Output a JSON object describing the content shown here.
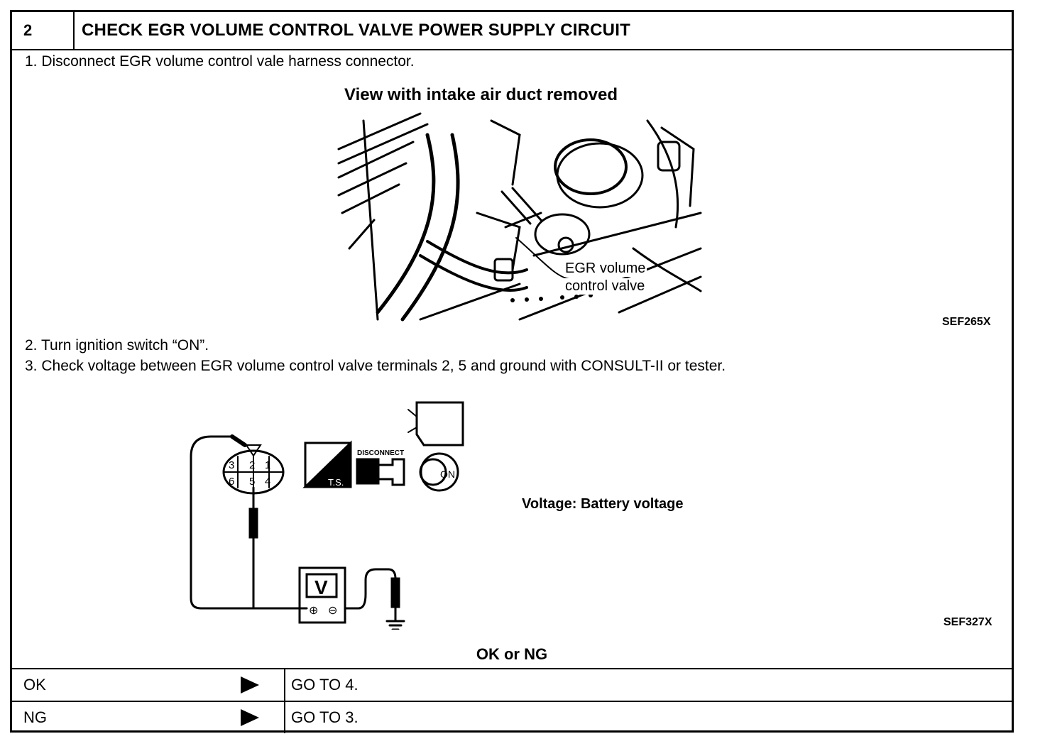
{
  "header": {
    "step_number": "2",
    "title": "CHECK EGR VOLUME CONTROL VALVE POWER SUPPLY CIRCUIT"
  },
  "steps": [
    "1.  Disconnect EGR volume control vale harness connector.",
    "2.  Turn ignition switch “ON”.",
    "3.  Check voltage between EGR volume control valve terminals 2, 5 and ground with CONSULT-II or tester."
  ],
  "figure1": {
    "caption": "View with intake air duct removed",
    "label_line1": "EGR volume",
    "label_line2": "control valve",
    "code": "SEF265X"
  },
  "figure2": {
    "connector_top": [
      "3",
      "2",
      "1"
    ],
    "connector_bottom": [
      "6",
      "5",
      "4"
    ],
    "ts_label": "T.S.",
    "disconnect_label": "DISCONNECT",
    "on_label": "ON",
    "meter_label": "V",
    "voltage_note": "Voltage: Battery voltage",
    "code": "SEF327X"
  },
  "result": {
    "prompt": "OK or NG",
    "rows": [
      {
        "condition": "OK",
        "action": "GO TO 4."
      },
      {
        "condition": "NG",
        "action": "GO TO 3."
      }
    ]
  }
}
